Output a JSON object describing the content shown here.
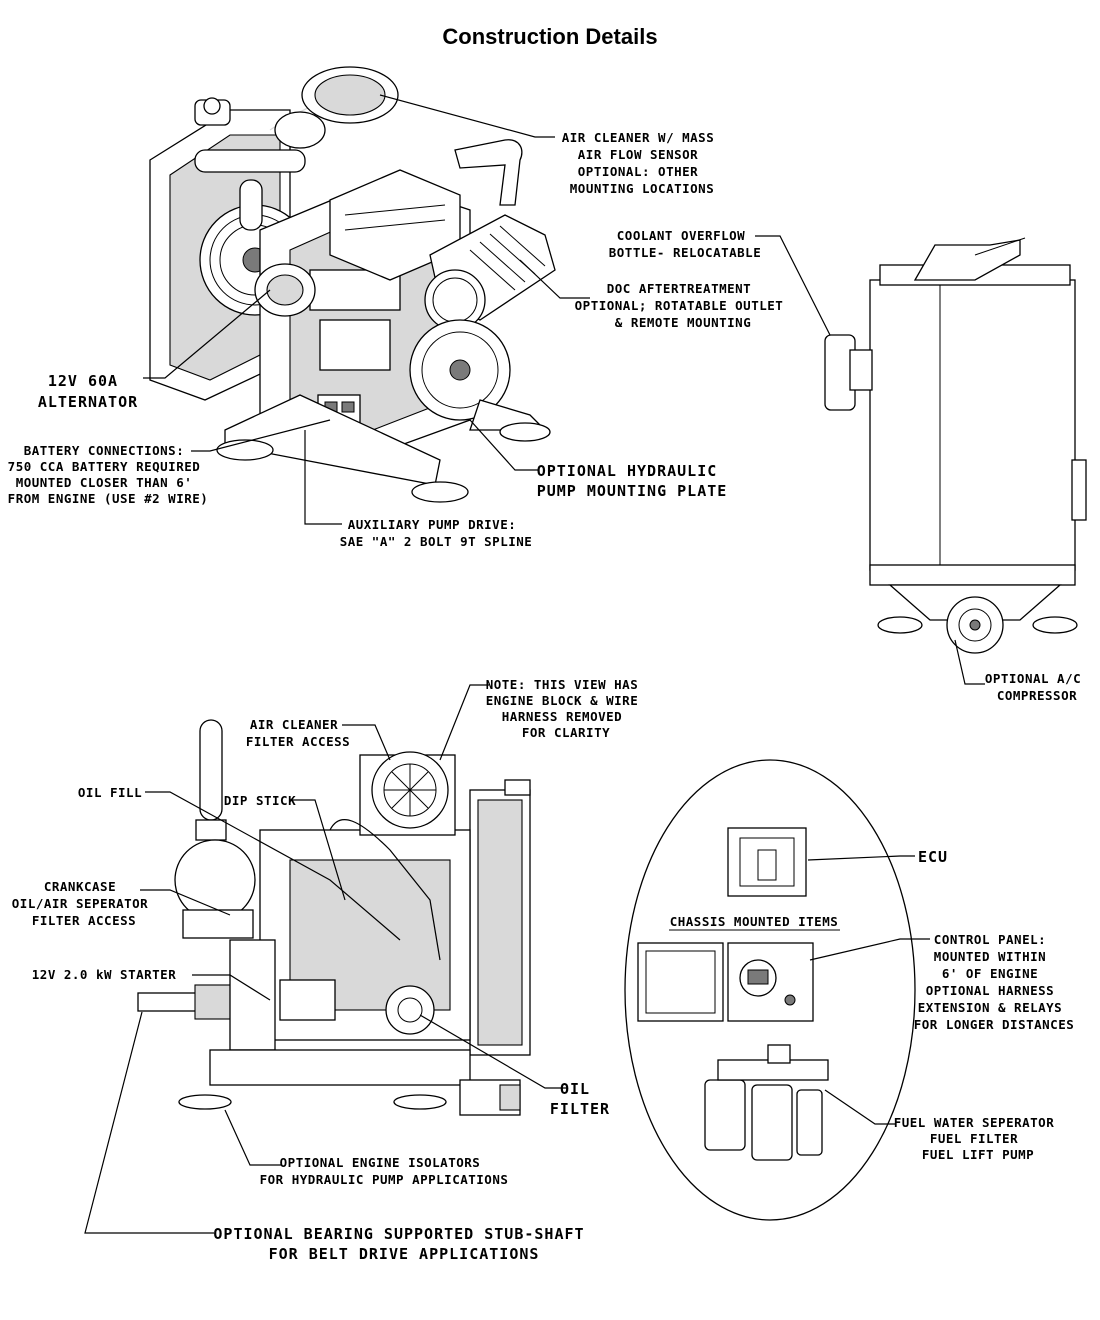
{
  "title": "Construction Details",
  "labels": {
    "air_cleaner_maf": [
      "AIR CLEANER W/ MASS",
      "AIR FLOW SENSOR",
      "OPTIONAL: OTHER",
      "MOUNTING LOCATIONS"
    ],
    "coolant_overflow": [
      "COOLANT OVERFLOW",
      "BOTTLE- RELOCATABLE"
    ],
    "doc_aftertreatment": [
      "DOC AFTERTREATMENT",
      "OPTIONAL; ROTATABLE OUTLET",
      "& REMOTE MOUNTING"
    ],
    "alternator": [
      "12V 60A",
      "ALTERNATOR"
    ],
    "battery": [
      "BATTERY CONNECTIONS:",
      "750 CCA BATTERY REQUIRED",
      "MOUNTED CLOSER THAN 6'",
      "FROM ENGINE (USE #2 WIRE)"
    ],
    "hydraulic_plate": [
      "OPTIONAL HYDRAULIC",
      "PUMP MOUNTING PLATE"
    ],
    "aux_pump": [
      "AUXILIARY PUMP DRIVE:",
      "SAE \"A\" 2 BOLT 9T SPLINE"
    ],
    "ac_compressor": [
      "OPTIONAL A/C",
      "COMPRESSOR"
    ],
    "note": [
      "NOTE: THIS VIEW HAS",
      "ENGINE BLOCK & WIRE",
      "HARNESS REMOVED",
      "FOR CLARITY"
    ],
    "air_cleaner_access": [
      "AIR CLEANER",
      "FILTER ACCESS"
    ],
    "oil_fill": [
      "OIL FILL"
    ],
    "dip_stick": [
      "DIP STICK"
    ],
    "crankcase": [
      "CRANKCASE",
      "OIL/AIR SEPERATOR",
      "FILTER ACCESS"
    ],
    "starter": [
      "12V 2.0 kW STARTER"
    ],
    "oil_filter": [
      "OIL",
      "FILTER"
    ],
    "isolators": [
      "OPTIONAL ENGINE ISOLATORS",
      "FOR HYDRAULIC PUMP APPLICATIONS"
    ],
    "stub_shaft": [
      "OPTIONAL BEARING SUPPORTED STUB-SHAFT",
      "FOR BELT DRIVE APPLICATIONS"
    ],
    "ecu": [
      "ECU"
    ],
    "chassis_items": [
      "CHASSIS MOUNTED ITEMS"
    ],
    "control_panel": [
      "CONTROL PANEL:",
      "MOUNTED WITHIN",
      "6' OF ENGINE",
      "OPTIONAL HARNESS",
      "EXTENSION & RELAYS",
      "FOR LONGER DISTANCES"
    ],
    "fuel_water": [
      "FUEL WATER SEPERATOR",
      "FUEL FILTER",
      "FUEL LIFT PUMP"
    ]
  }
}
